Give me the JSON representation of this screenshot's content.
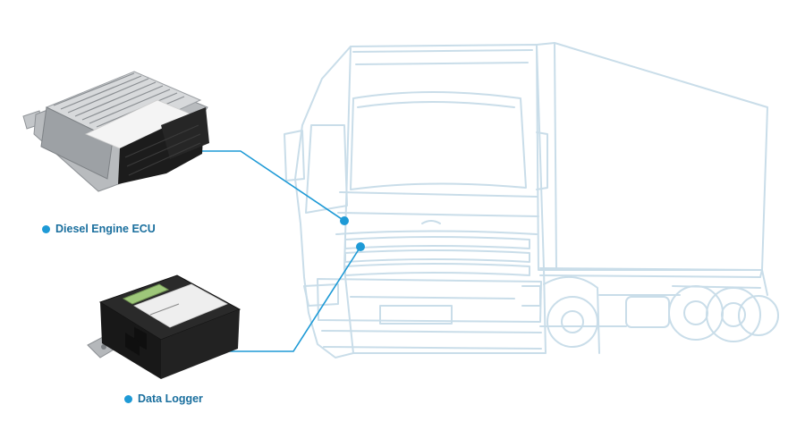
{
  "labels": {
    "ecu": "Diesel Engine ECU",
    "logger": "Data Logger"
  },
  "colors": {
    "accent": "#1e9ad6",
    "truck_line": "#c9dde9",
    "label_text": "#1a6f9e",
    "device_dark": "#1c1c1c",
    "metal": "#b5b8bb"
  },
  "icons": {
    "ecu": "ecu-module-icon",
    "logger": "data-logger-box-icon",
    "truck": "truck-sketch"
  }
}
